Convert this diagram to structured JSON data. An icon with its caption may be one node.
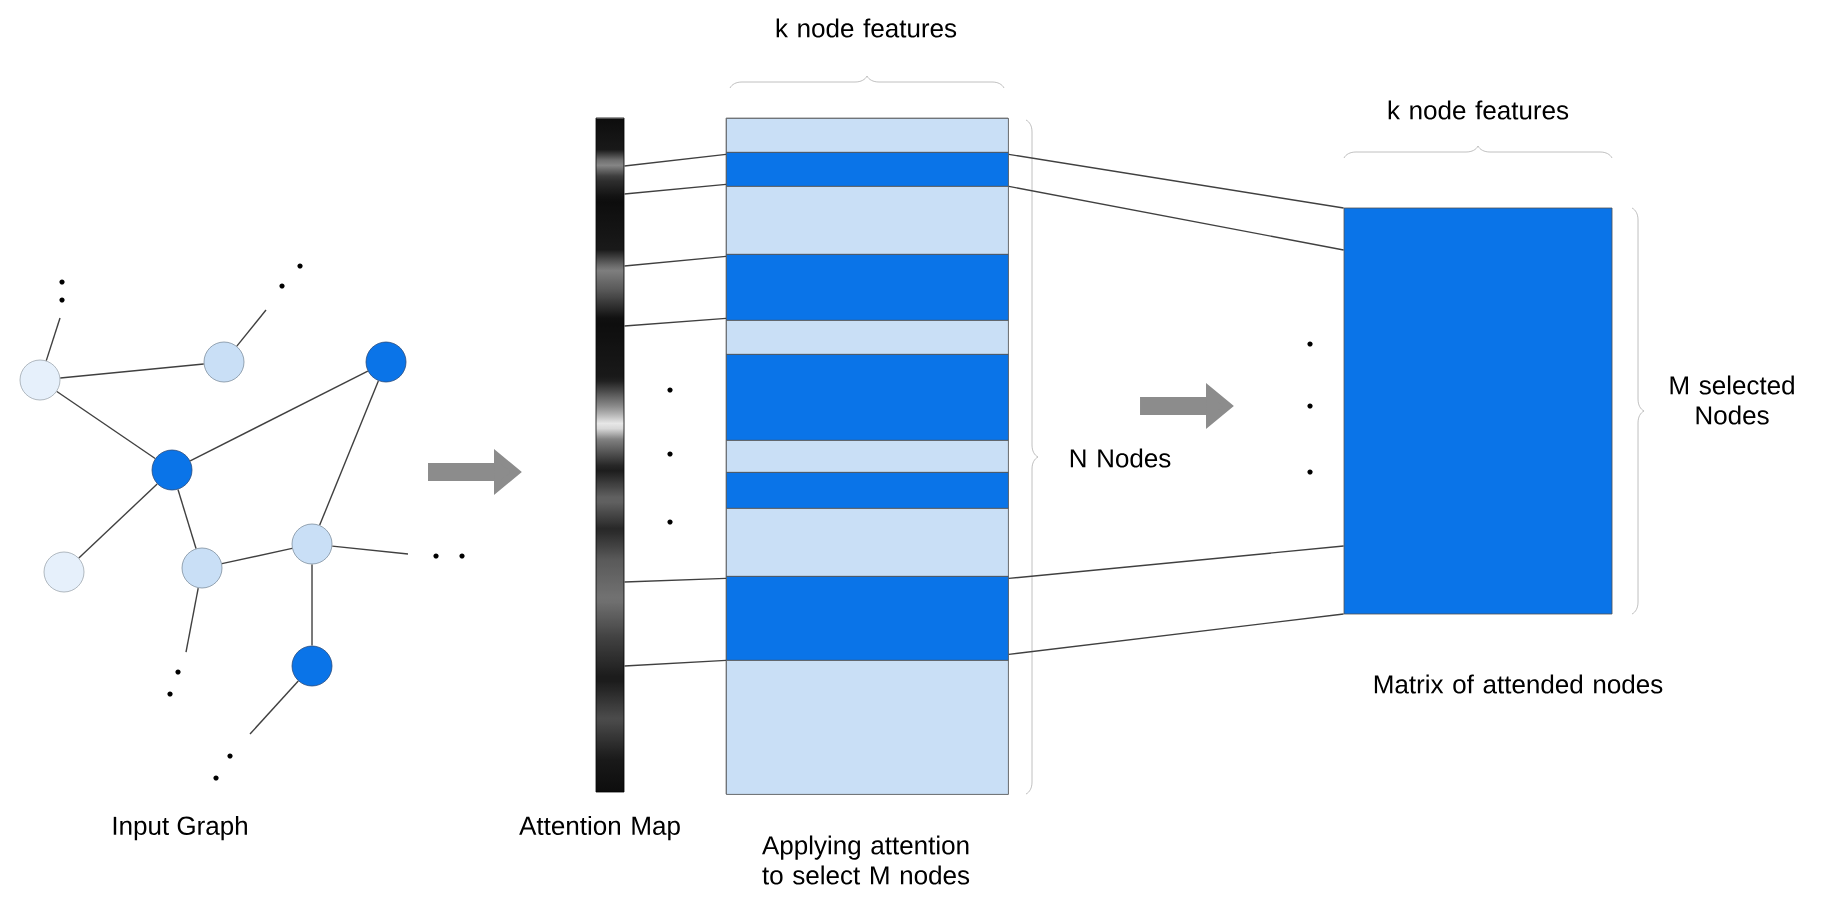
{
  "diagram": {
    "nodes": [
      {
        "text": [],
        "shape": "circle"
      },
      {
        "text": [],
        "shape": "circle"
      },
      {
        "text": [],
        "shape": "circle"
      },
      {
        "text": [],
        "shape": "circle"
      },
      {
        "text": [],
        "shape": "circle"
      },
      {
        "text": [],
        "shape": "circle"
      },
      {
        "text": [],
        "shape": "circle"
      },
      {
        "text": [],
        "shape": "circle"
      },
      {
        "text": [],
        "shape": "bar",
        "beside": [
          "Attention Map"
        ]
      },
      {
        "text": [],
        "shape": "box",
        "beside": [
          "k node features",
          "N Nodes",
          "Applying attention to select M nodes"
        ]
      },
      {
        "text": [],
        "shape": "bar",
        "in": 9
      },
      {
        "text": [],
        "shape": "bar",
        "in": 9
      },
      {
        "text": [],
        "shape": "bar",
        "in": 9
      },
      {
        "text": [],
        "shape": "bar",
        "in": 9
      },
      {
        "text": [],
        "shape": "bar",
        "in": 9
      },
      {
        "text": [],
        "shape": "bar",
        "in": 9
      },
      {
        "text": [],
        "shape": "bar",
        "in": 9
      },
      {
        "text": [],
        "shape": "bar",
        "in": 9
      },
      {
        "text": [],
        "shape": "bar",
        "in": 9
      },
      {
        "text": [],
        "shape": "bar",
        "in": 9
      },
      {
        "text": [],
        "shape": "bar",
        "in": 9
      },
      {
        "text": [],
        "shape": "box",
        "beside": [
          "k node features",
          "M selected Nodes",
          "Matrix of attended nodes"
        ]
      }
    ],
    "edges": [
      {
        "from": 0,
        "to": 1,
        "arrow": "none"
      },
      {
        "from": 0,
        "to": 3,
        "arrow": "none"
      },
      {
        "from": 3,
        "to": 2,
        "arrow": "none"
      },
      {
        "from": 3,
        "to": 4,
        "arrow": "none"
      },
      {
        "from": 3,
        "to": 5,
        "arrow": "none"
      },
      {
        "from": 5,
        "to": 6,
        "arrow": "none"
      },
      {
        "from": 6,
        "to": 2,
        "arrow": "none"
      },
      {
        "from": 6,
        "to": 7,
        "arrow": "none"
      },
      {
        "from": 0,
        "to": null,
        "arrow": "none"
      },
      {
        "from": 1,
        "to": null,
        "arrow": "none"
      },
      {
        "from": 5,
        "to": null,
        "arrow": "none"
      },
      {
        "from": 6,
        "to": null,
        "arrow": "none"
      },
      {
        "from": 7,
        "to": null,
        "arrow": "none"
      },
      {
        "from": 8,
        "to": 11,
        "arrow": "none"
      },
      {
        "from": 8,
        "to": 11,
        "arrow": "none"
      },
      {
        "from": 8,
        "to": 13,
        "arrow": "none"
      },
      {
        "from": 8,
        "to": 13,
        "arrow": "none"
      },
      {
        "from": 8,
        "to": 19,
        "arrow": "none"
      },
      {
        "from": 8,
        "to": 19,
        "arrow": "none"
      },
      {
        "from": 11,
        "to": 21,
        "arrow": "none"
      },
      {
        "from": 11,
        "to": 21,
        "arrow": "none"
      },
      {
        "from": 19,
        "to": 21,
        "arrow": "none"
      },
      {
        "from": 19,
        "to": 21,
        "arrow": "none"
      }
    ],
    "labels": [
      "Input Graph"
    ]
  }
}
